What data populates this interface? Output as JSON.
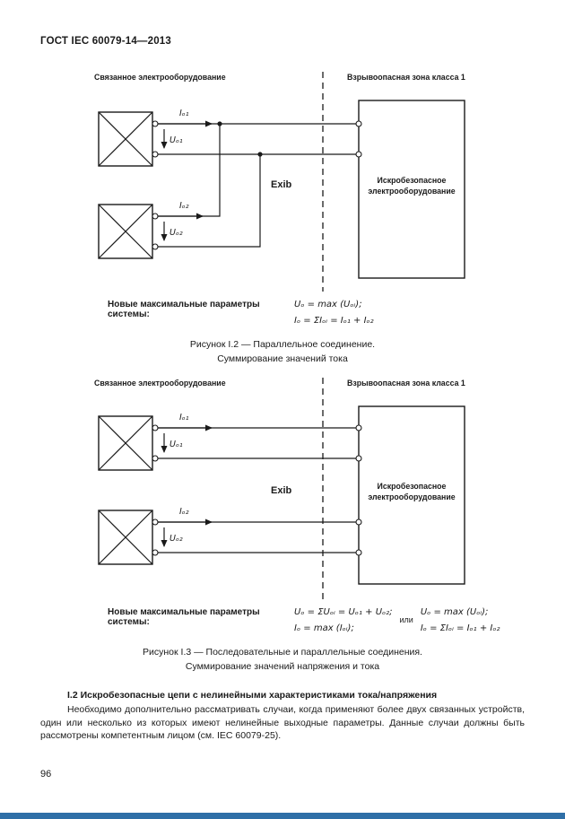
{
  "page": {
    "header": "ГОСТ IEC 60079-14—2013",
    "page_number": "96",
    "accent_bar_color": "#2f6fa7"
  },
  "fig2": {
    "label_left": "Связанное электрооборудование",
    "label_right": "Взрывоопасная зона класса 1",
    "exib": "Exib",
    "is_equipment_line1": "Искробезопасное",
    "is_equipment_line2": "электрооборудование",
    "i_o1": "Iₒ₁",
    "u_o1": "Uₒ₁",
    "i_o2": "Iₒ₂",
    "u_o2": "Uₒ₂",
    "params_label": "Новые максимальные параметры системы:",
    "formula_u": "Uₒ = max (Uₒᵢ);",
    "formula_i": "Iₒ = ΣIₒᵢ = Iₒ₁ + Iₒ₂",
    "caption_line1": "Рисунок I.2 — Параллельное соединение.",
    "caption_line2": "Суммирование значений тока"
  },
  "fig3": {
    "label_left": "Связанное электрооборудование",
    "label_right": "Взрывоопасная зона класса 1",
    "exib": "Exib",
    "is_equipment_line1": "Искробезопасное",
    "is_equipment_line2": "электрооборудование",
    "i_o1": "Iₒ₁",
    "u_o1": "Uₒ₁",
    "i_o2": "Iₒ₂",
    "u_o2": "Uₒ₂",
    "params_label": "Новые максимальные параметры системы:",
    "formula_col1_u": "Uₒ = ΣUₒᵢ = Uₒ₁ + Uₒ₂;",
    "formula_col1_i": "Iₒ = max (Iₒᵢ);",
    "or_label": "или",
    "formula_col2_u": "Uₒ = max (Uₒᵢ);",
    "formula_col2_i": "Iₒ = ΣIₒᵢ = Iₒ₁ + Iₒ₂",
    "caption_line1": "Рисунок I.3 — Последовательные и параллельные соединения.",
    "caption_line2": "Суммирование значений напряжения и тока"
  },
  "section": {
    "heading": "I.2 Искробезопасные цепи с нелинейными характеристиками тока/напряжения",
    "body": "Необходимо дополнительно рассматривать случаи, когда применяют более двух связанных устройств, один или несколько из которых  имеют нелинейные выходные параметры. Данные случаи должны быть рассмотрены компетентным лицом (см. IEC 60079-25)."
  }
}
